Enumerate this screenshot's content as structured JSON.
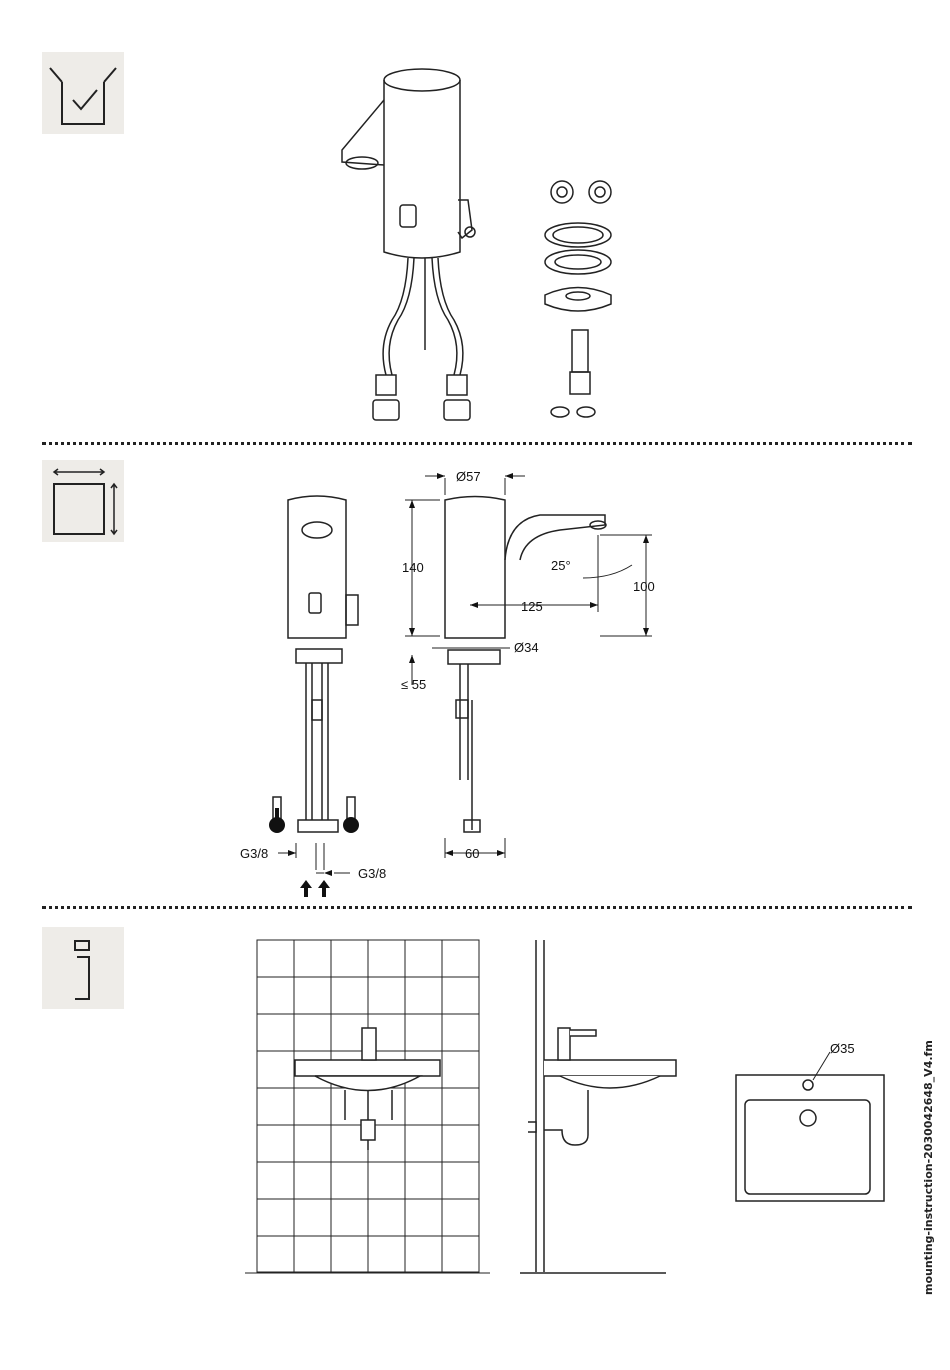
{
  "sections": {
    "contents": {
      "icon": "box-check-icon"
    },
    "dimensions": {
      "icon": "dimension-square-icon",
      "labels": {
        "dia_top": "Ø57",
        "height": "140",
        "angle": "25°",
        "reach": "125",
        "spout_height": "100",
        "dia_base": "Ø34",
        "deck": "≤ 55",
        "width": "60",
        "conn_left": "G3/8",
        "conn_right": "G3/8"
      },
      "thermometers": [
        "hot-thermometer-icon",
        "cold-thermometer-icon"
      ]
    },
    "info": {
      "icon": "info-icon",
      "hole_label": "Ø35"
    }
  },
  "footer": {
    "filename": "mounting-instruction-2030042648_V4.fm"
  }
}
